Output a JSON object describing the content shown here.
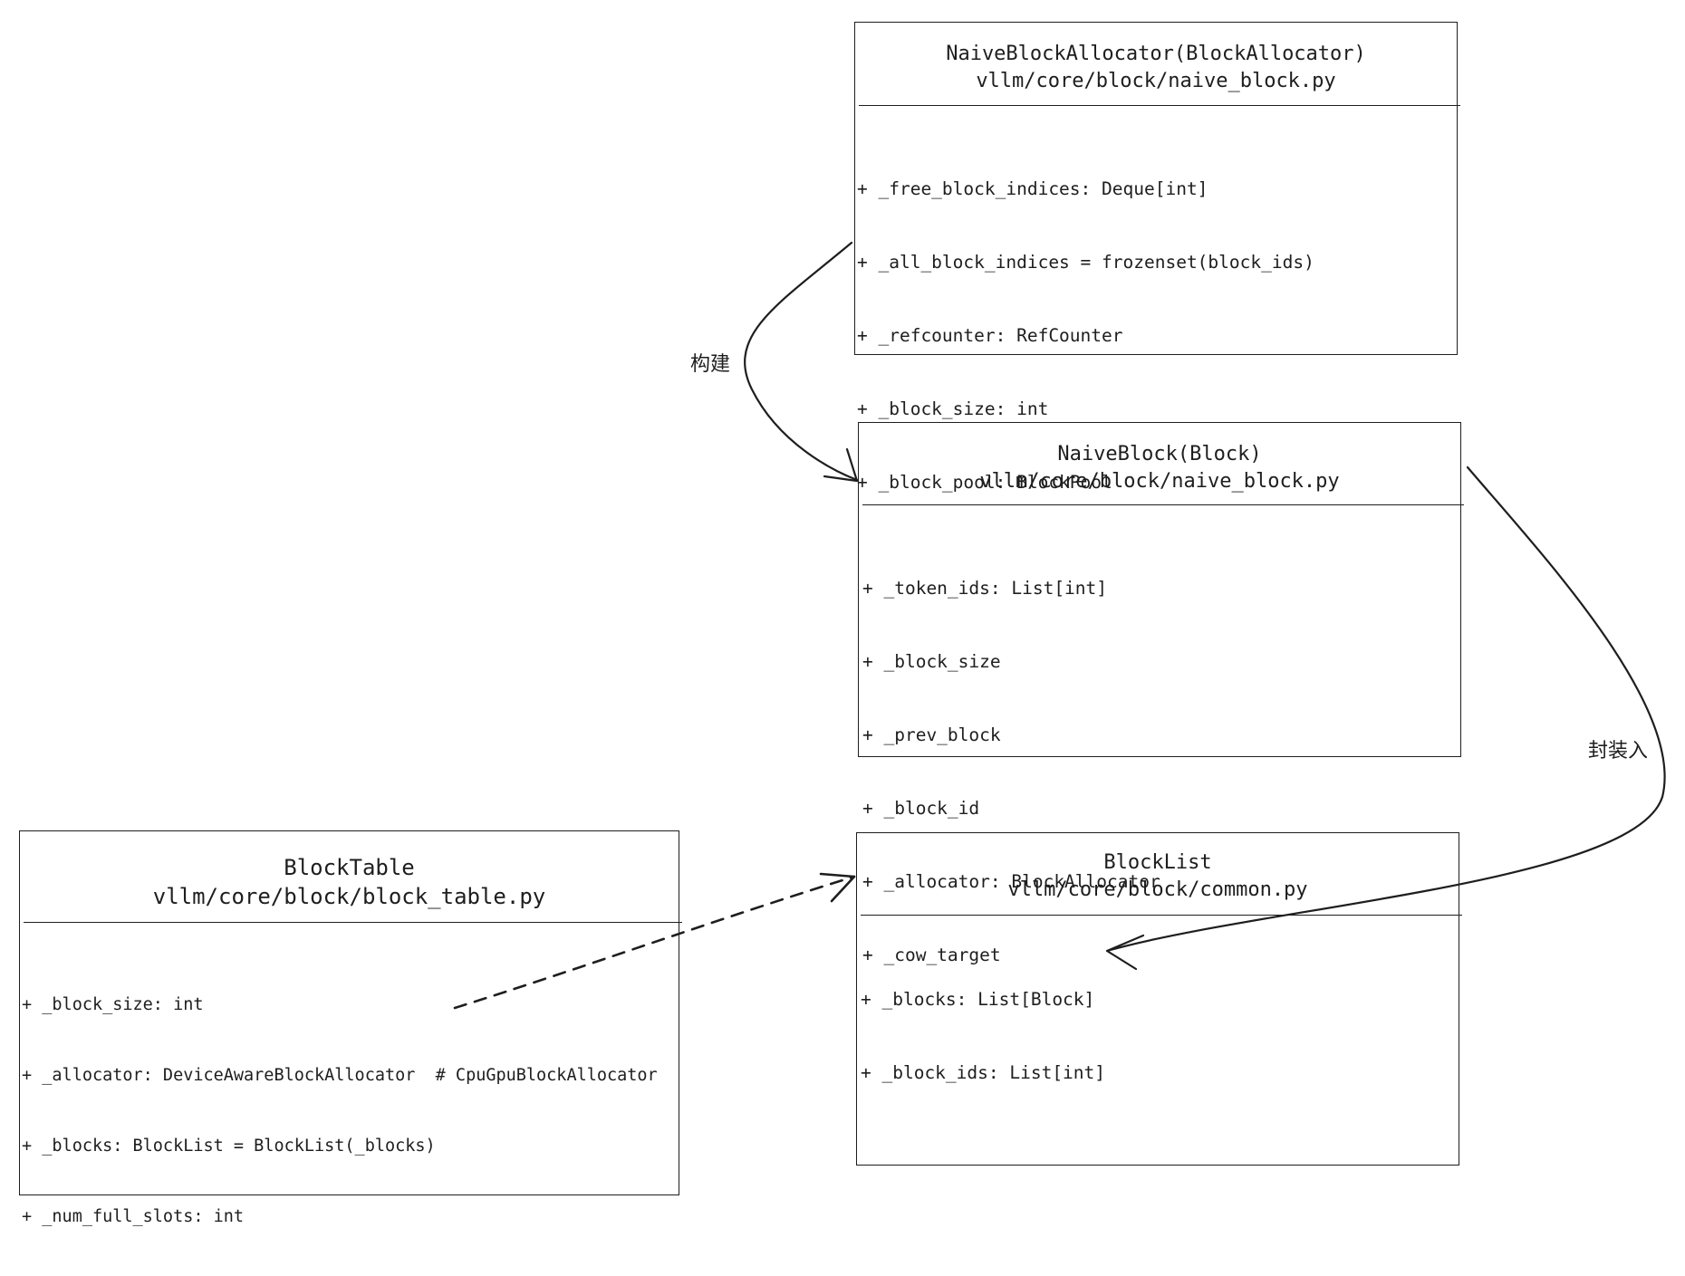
{
  "classes": {
    "naive_block_allocator": {
      "title": "NaiveBlockAllocator(BlockAllocator)",
      "path": "vllm/core/block/naive_block.py",
      "attributes": [
        "+ _free_block_indices: Deque[int]",
        "+ _all_block_indices = frozenset(block_ids)",
        "+ _refcounter: RefCounter",
        "+ _block_size: int",
        "+ _block_pool: BlockPool"
      ]
    },
    "naive_block": {
      "title": "NaiveBlock(Block)",
      "path": "vllm/core/block/naive_block.py",
      "attributes": [
        "+ _token_ids: List[int]",
        "+ _block_size",
        "+ _prev_block",
        "+ _block_id",
        "+ _allocator: BlockAllocator",
        "+ _cow_target"
      ]
    },
    "block_list": {
      "title": "BlockList",
      "path": "vllm/core/block/common.py",
      "attributes": [
        "+ _blocks: List[Block]",
        "+ _block_ids: List[int]"
      ]
    },
    "block_table": {
      "title": "BlockTable",
      "path": "vllm/core/block/block_table.py",
      "attributes": [
        "+ _block_size: int",
        "+ _allocator: DeviceAwareBlockAllocator  # CpuGpuBlockAllocator",
        "+ _blocks: BlockList = BlockList(_blocks)",
        "+ _num_full_slots: int"
      ]
    }
  },
  "edges": {
    "builds_label": "构建",
    "wraps_label": "封装入"
  }
}
